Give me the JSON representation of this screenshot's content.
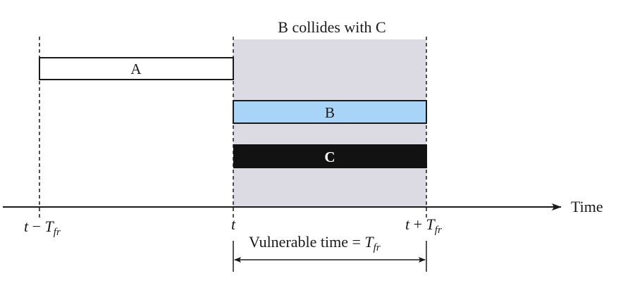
{
  "title": "B collides with C",
  "frames": {
    "a": {
      "label": "A"
    },
    "b": {
      "label": "B"
    },
    "c": {
      "label": "C"
    }
  },
  "axis": {
    "label": "Time",
    "ticks": {
      "start": {
        "var": "t",
        "op": " − ",
        "sym": "T",
        "sub": "fr"
      },
      "mid": {
        "var": "t"
      },
      "end": {
        "var": "t",
        "op": " + ",
        "sym": "T",
        "sub": "fr"
      }
    }
  },
  "vulnerable": {
    "prefix": "Vulnerable time = ",
    "sym": "T",
    "sub": "fr"
  },
  "colors": {
    "shade": "#dcdbe4",
    "frame_b": "#a8d4f8",
    "frame_c": "#121212",
    "stroke": "#1a1a1a"
  }
}
